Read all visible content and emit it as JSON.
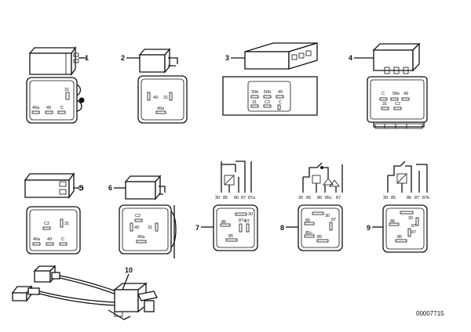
{
  "diagram": {
    "callouts": [
      "1",
      "2",
      "3",
      "4",
      "5",
      "6",
      "7",
      "8",
      "9",
      "10"
    ],
    "document_number": "00007715",
    "pin_labels": {
      "p1": [
        "31",
        "49a",
        "49",
        "C"
      ],
      "p2": [
        "49",
        "31",
        "49a"
      ],
      "p3": [
        "30b",
        "56b",
        "49",
        "31",
        "C2",
        "C"
      ],
      "p4": [
        "C",
        "58e",
        "49",
        "31",
        "C2"
      ],
      "p5": [
        "C2",
        "31",
        "49a",
        "49",
        "C"
      ],
      "p6": [
        "C2",
        "49",
        "31",
        "49a"
      ],
      "p7": [
        "30",
        "85",
        "86",
        "87",
        "87a",
        "30",
        "87a",
        "86",
        "87",
        "85"
      ],
      "p8": [
        "30",
        "85",
        "86",
        "85c",
        "87",
        "30",
        "86",
        "87",
        "85c",
        "85"
      ],
      "p9": [
        "30",
        "85",
        "86",
        "87",
        "87b",
        "30",
        "87",
        "86",
        "87",
        "85"
      ]
    }
  }
}
